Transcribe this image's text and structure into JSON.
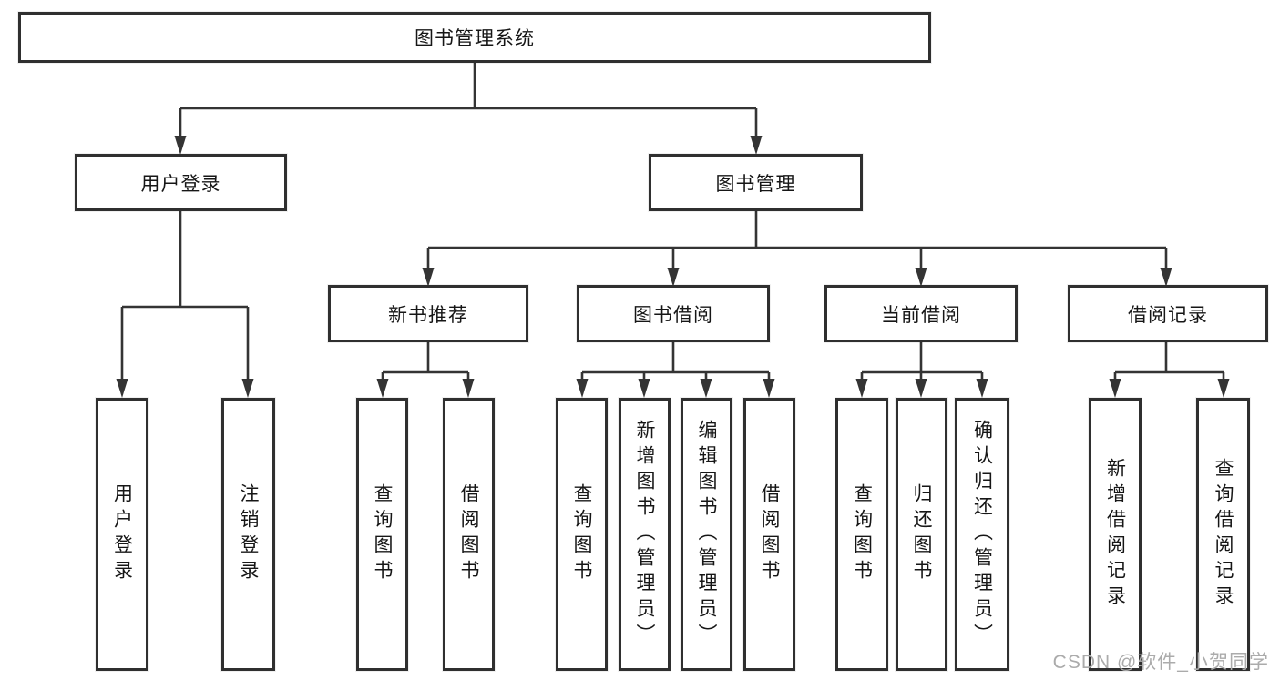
{
  "diagram": {
    "title": "图书管理系统",
    "type": "hierarchy-tree",
    "tree": {
      "label": "图书管理系统",
      "children": [
        {
          "label": "用户登录",
          "children": [
            {
              "label": "用户登录"
            },
            {
              "label": "注销登录"
            }
          ]
        },
        {
          "label": "图书管理",
          "children": [
            {
              "label": "新书推荐",
              "children": [
                {
                  "label": "查询图书"
                },
                {
                  "label": "借阅图书"
                }
              ]
            },
            {
              "label": "图书借阅",
              "children": [
                {
                  "label": "查询图书"
                },
                {
                  "label": "新增图书（管理员）"
                },
                {
                  "label": "编辑图书（管理员）"
                },
                {
                  "label": "借阅图书"
                }
              ]
            },
            {
              "label": "当前借阅",
              "children": [
                {
                  "label": "查询图书"
                },
                {
                  "label": "归还图书"
                },
                {
                  "label": "确认归还（管理员）"
                }
              ]
            },
            {
              "label": "借阅记录",
              "children": [
                {
                  "label": "新增借阅记录"
                },
                {
                  "label": "查询借阅记录"
                }
              ]
            }
          ]
        }
      ]
    }
  },
  "watermark": "CSDN @软件_小贺同学",
  "colors": {
    "background": "#ffffff",
    "box_border": "#2f2f2f",
    "box_fill": "#ffffff",
    "line": "#343434",
    "text": "#161616",
    "watermark": "#ababab"
  }
}
